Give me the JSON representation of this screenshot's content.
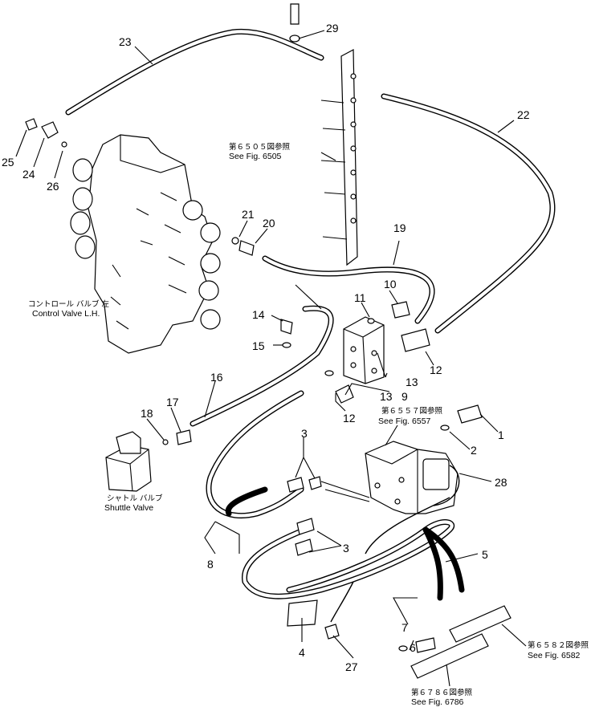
{
  "callouts": {
    "n23": "23",
    "n29": "29",
    "n22": "22",
    "n25": "25",
    "n24": "24",
    "n26": "26",
    "n21": "21",
    "n20": "20",
    "n19": "19",
    "n10": "10",
    "n11": "11",
    "n14": "14",
    "n15": "15",
    "n12a": "12",
    "n13a": "13",
    "n16": "16",
    "n13b": "13",
    "n9": "9",
    "n17": "17",
    "n12b": "12",
    "n18": "18",
    "n1": "1",
    "n3a": "3",
    "n2": "2",
    "n28": "28",
    "n3b": "3",
    "n5": "5",
    "n8": "8",
    "n7": "7",
    "n6": "6",
    "n4": "4",
    "n27": "27"
  },
  "labels": {
    "fig6505_jp": "第６５０５図参照",
    "fig6505_en": "See Fig. 6505",
    "control_valve_jp": "コントロール バルブ 左",
    "control_valve_en": "Control Valve L.H.",
    "fig6557_jp": "第６５５７図参照",
    "fig6557_en": "See Fig. 6557",
    "shuttle_valve_jp": "シャトル バルブ",
    "shuttle_valve_en": "Shuttle Valve",
    "fig6582_jp": "第６５８２図参照",
    "fig6582_en": "See Fig. 6582",
    "fig6786_jp": "第６７８６図参照",
    "fig6786_en": "See Fig. 6786"
  }
}
